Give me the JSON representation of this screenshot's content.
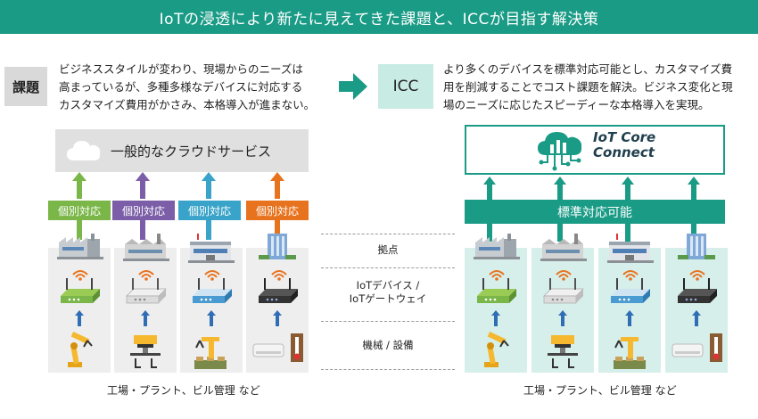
{
  "banner": {
    "title": "IoTの浸透により新たに見えてきた課題と、ICCが目指す解決策"
  },
  "issue": {
    "tag": "課題",
    "lines": [
      "ビジネススタイルが変わり、現場からのニーズは",
      "高まっているが、多種多様なデバイスに対応する",
      "カスタマイズ費用がかさみ、本格導入が進まない。"
    ]
  },
  "icc": {
    "tag": "ICC",
    "lines": [
      "より多くのデバイスを標準対応可能とし、カスタマイズ費",
      "用を削減することでコスト課題を解決。ビジネス変化と現",
      "場のニーズに応じたスピーディーな本格導入を実現。"
    ]
  },
  "left": {
    "cloud_label": "一般的なクラウドサービス",
    "individual": [
      "個別対応",
      "個別対応",
      "個別対応",
      "個別対応"
    ],
    "footer": "工場・プラント、ビル管理 など"
  },
  "right": {
    "logo_line1": "IoT Core",
    "logo_line2": "Connect",
    "standard_label": "標準対応可能",
    "footer": "工場・プラント、ビル管理 など"
  },
  "middle": {
    "site": "拠点",
    "device_line1": "IoTデバイス /",
    "device_line2": "IoTゲートウェイ",
    "machine": "機械 / 設備"
  },
  "colors": {
    "teal": "#1a9b86",
    "green": "#7ab648",
    "purple": "#7b5ea7",
    "blue": "#3aa3c9",
    "orange": "#e8731e",
    "arrow_blue": "#2f6db5"
  }
}
